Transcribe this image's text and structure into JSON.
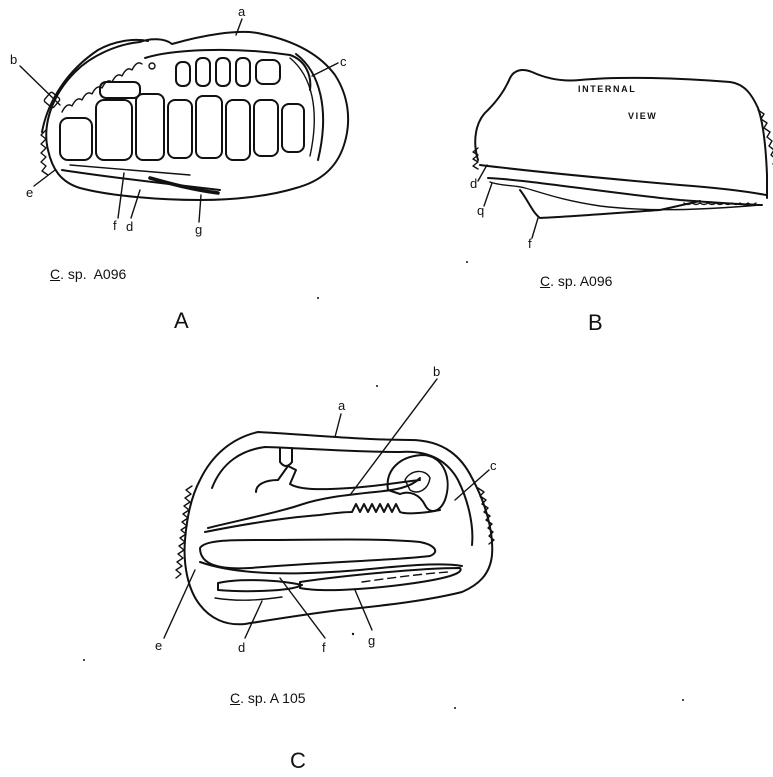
{
  "colors": {
    "ink": "#111111",
    "paper": "#ffffff"
  },
  "panel_a": {
    "letter": "A",
    "caption_genus": "C",
    "caption_rest": ". sp.  A096",
    "labels": [
      "a",
      "b",
      "c",
      "e",
      "f",
      "d",
      "g"
    ]
  },
  "panel_b": {
    "letter": "B",
    "caption_genus": "C",
    "caption_rest": ". sp. A096",
    "view_line1": "INTERNAL",
    "view_line2": "VIEW",
    "labels": [
      "d",
      "q",
      "f"
    ]
  },
  "panel_c": {
    "letter": "C",
    "caption_genus": "C",
    "caption_rest": ". sp. A 105",
    "labels": [
      "a",
      "b",
      "c",
      "e",
      "d",
      "f",
      "g"
    ]
  }
}
